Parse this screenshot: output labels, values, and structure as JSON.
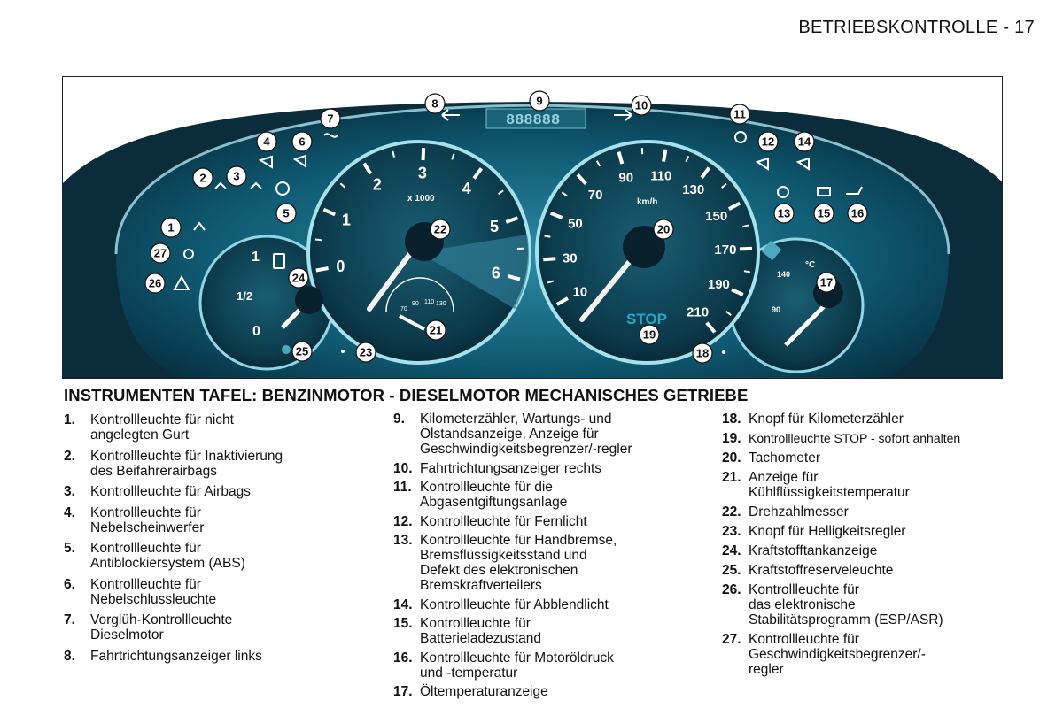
{
  "page": {
    "header": "BETRIEBSKONTROLLE - 17",
    "section_title": "INSTRUMENTEN TAFEL: BENZINMOTOR - DIESELMOTOR MECHANISCHES GETRIEBE"
  },
  "figure": {
    "odometer": "888888",
    "rpm_unit": "x 1000",
    "speed_unit": "km/h",
    "stop_label": "STOP",
    "rpm_ticks": [
      "0",
      "1",
      "2",
      "3",
      "4",
      "5",
      "6"
    ],
    "speed_ticks": [
      "10",
      "30",
      "50",
      "70",
      "90",
      "110",
      "130",
      "150",
      "170",
      "190",
      "210"
    ],
    "fuel_ticks": [
      "0",
      "1/2",
      "1"
    ],
    "temp_ticks": [
      "90",
      "140"
    ],
    "temp_unit": "°C",
    "oil_ticks": [
      "70",
      "90",
      "110",
      "130"
    ],
    "colors": {
      "panel": "#0d4f66",
      "dial": "#0a3344",
      "highlight": "#7fd0e0",
      "callout": "#ffffff"
    }
  },
  "legend": {
    "col1": [
      {
        "num": "1.",
        "text": "Kontrollleuchte für nicht\nangelegten Gurt"
      },
      {
        "num": "2.",
        "text": "Kontrollleuchte für Inaktivierung\ndes Beifahrerairbags"
      },
      {
        "num": "3.",
        "text": "Kontrollleuchte für Airbags"
      },
      {
        "num": "4.",
        "text": "Kontrollleuchte für\nNebelscheinwerfer"
      },
      {
        "num": "5.",
        "text": "Kontrollleuchte für\nAntiblockiersystem (ABS)"
      },
      {
        "num": "6.",
        "text": "Kontrollleuchte für\nNebelschlussleuchte"
      },
      {
        "num": "7.",
        "text": "Vorglüh-Kontrollleuchte\nDieselmotor"
      },
      {
        "num": "8.",
        "text": "Fahrtrichtungsanzeiger links"
      }
    ],
    "col2": [
      {
        "num": "9.",
        "text": "Kilometerzähler, Wartungs- und\nÖlstandsanzeige, Anzeige für\nGeschwindigkeitsbegrenzer/-regler"
      },
      {
        "num": "10.",
        "text": "Fahrtrichtungsanzeiger rechts"
      },
      {
        "num": "11.",
        "text": "Kontrollleuchte für die\nAbgasentgiftungsanlage"
      },
      {
        "num": "12.",
        "text": "Kontrollleuchte für Fernlicht"
      },
      {
        "num": "13.",
        "text": "Kontrollleuchte für Handbremse,\nBremsflüssigkeitsstand und\nDefekt des elektronischen\nBremskraftverteilers"
      },
      {
        "num": "14.",
        "text": "Kontrollleuchte für Abblendlicht"
      },
      {
        "num": "15.",
        "text": "Kontrollleuchte für\nBatterieladezustand"
      },
      {
        "num": "16.",
        "text": "Kontrollleuchte für Motoröldruck\nund -temperatur"
      },
      {
        "num": "17.",
        "text": "Öltemperaturanzeige"
      }
    ],
    "col3": [
      {
        "num": "18.",
        "text": "Knopf für Kilometerzähler"
      },
      {
        "num": "19.",
        "text": "Kontrollleuchte STOP - sofort anhalten"
      },
      {
        "num": "20.",
        "text": "Tachometer"
      },
      {
        "num": "21.",
        "text": "Anzeige für\nKühlflüssigkeitstemperatur"
      },
      {
        "num": "22.",
        "text": "Drehzahlmesser"
      },
      {
        "num": "23.",
        "text": "Knopf für Helligkeitsregler"
      },
      {
        "num": "24.",
        "text": "Kraftstofftankanzeige"
      },
      {
        "num": "25.",
        "text": "Kraftstoffreserveleuchte"
      },
      {
        "num": "26.",
        "text": "Kontrollleuchte für\ndas elektronische\nStabilitätsprogramm (ESP/ASR)"
      },
      {
        "num": "27.",
        "text": "Kontrollleuchte für\nGeschwindigkeitsbegrenzer/-\nregler"
      }
    ]
  },
  "callouts": [
    "1",
    "2",
    "3",
    "4",
    "5",
    "6",
    "7",
    "8",
    "9",
    "10",
    "11",
    "12",
    "13",
    "14",
    "15",
    "16",
    "17",
    "18",
    "19",
    "20",
    "21",
    "22",
    "23",
    "24",
    "25",
    "26",
    "27"
  ]
}
